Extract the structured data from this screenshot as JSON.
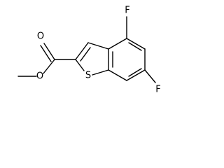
{
  "structure": {
    "atoms": {
      "fluorine_top": "F",
      "fluorine_bottom": "F",
      "sulfur": "S",
      "carbonyl_oxygen": "O",
      "ester_oxygen": "O"
    }
  }
}
